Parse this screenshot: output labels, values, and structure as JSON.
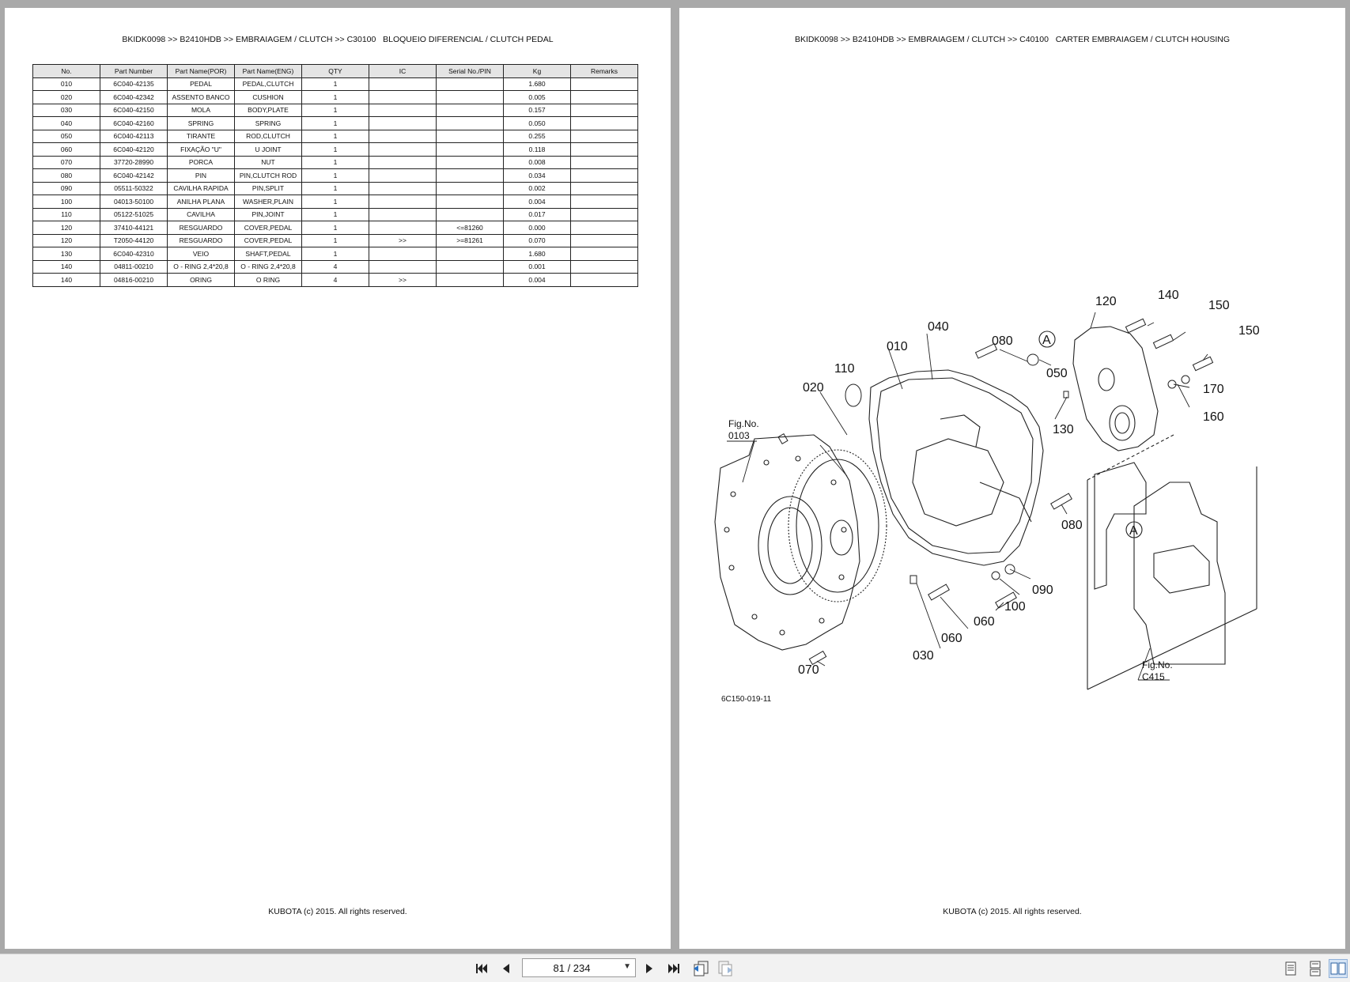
{
  "left_page": {
    "header": "BKIDK0098 >> B2410HDB >> EMBRAIAGEM / CLUTCH >> C30100   BLOQUEIO DIFERENCIAL / CLUTCH PEDAL",
    "footer": "KUBOTA (c) 2015. All rights reserved.",
    "table": {
      "columns": [
        "No.",
        "Part Number",
        "Part Name(POR)",
        "Part Name(ENG)",
        "QTY",
        "IC",
        "Serial No./PIN",
        "Kg",
        "Remarks"
      ],
      "rows": [
        [
          "010",
          "6C040-42135",
          "PEDAL",
          "PEDAL,CLUTCH",
          "1",
          "",
          "",
          "1.680",
          ""
        ],
        [
          "020",
          "6C040-42342",
          "ASSENTO BANCO",
          "CUSHION",
          "1",
          "",
          "",
          "0.005",
          ""
        ],
        [
          "030",
          "6C040-42150",
          "MOLA",
          "BODY,PLATE",
          "1",
          "",
          "",
          "0.157",
          ""
        ],
        [
          "040",
          "6C040-42160",
          "SPRING",
          "SPRING",
          "1",
          "",
          "",
          "0.050",
          ""
        ],
        [
          "050",
          "6C040-42113",
          "TIRANTE",
          "ROD,CLUTCH",
          "1",
          "",
          "",
          "0.255",
          ""
        ],
        [
          "060",
          "6C040-42120",
          "FIXAÇÃO \"U\"",
          "U JOINT",
          "1",
          "",
          "",
          "0.118",
          ""
        ],
        [
          "070",
          "37720-28990",
          "PORCA",
          "NUT",
          "1",
          "",
          "",
          "0.008",
          ""
        ],
        [
          "080",
          "6C040-42142",
          "PIN",
          "PIN,CLUTCH ROD",
          "1",
          "",
          "",
          "0.034",
          ""
        ],
        [
          "090",
          "05511-50322",
          "CAVILHA RAPIDA",
          "PIN,SPLIT",
          "1",
          "",
          "",
          "0.002",
          ""
        ],
        [
          "100",
          "04013-50100",
          "ANILHA PLANA",
          "WASHER,PLAIN",
          "1",
          "",
          "",
          "0.004",
          ""
        ],
        [
          "110",
          "05122-51025",
          "CAVILHA",
          "PIN,JOINT",
          "1",
          "",
          "",
          "0.017",
          ""
        ],
        [
          "120",
          "37410-44121",
          "RESGUARDO",
          "COVER,PEDAL",
          "1",
          "",
          "<=81260",
          "0.000",
          ""
        ],
        [
          "120",
          "T2050-44120",
          "RESGUARDO",
          "COVER,PEDAL",
          "1",
          ">>",
          ">=81261",
          "0.070",
          ""
        ],
        [
          "130",
          "6C040-42310",
          "VEIO",
          "SHAFT,PEDAL",
          "1",
          "",
          "",
          "1.680",
          ""
        ],
        [
          "140",
          "04811-00210",
          "O - RING 2,4*20,8",
          "O - RING 2,4*20,8",
          "4",
          "",
          "",
          "0.001",
          ""
        ],
        [
          "140",
          "04816-00210",
          "ORING",
          "O RING",
          "4",
          ">>",
          "",
          "0.004",
          ""
        ]
      ]
    }
  },
  "right_page": {
    "header": "BKIDK0098 >> B2410HDB >> EMBRAIAGEM / CLUTCH >> C40100   CARTER EMBRAIAGEM / CLUTCH HOUSING",
    "footer": "KUBOTA (c) 2015. All rights reserved.",
    "diagram": {
      "callouts": [
        "120",
        "140",
        "150",
        "150",
        "040",
        "080",
        "010",
        "050",
        "110",
        "020",
        "170",
        "160",
        "130",
        "080",
        "090",
        "100",
        "060",
        "060",
        "030",
        "070"
      ],
      "ref_marker": "A",
      "fig_refs": [
        {
          "line1": "Fig.No.",
          "line2": "0103"
        },
        {
          "line1": "Fig.No.",
          "line2": "C415"
        }
      ],
      "drawing_code": "6C150-019-11"
    }
  },
  "toolbar": {
    "page_indicator": "81 / 234",
    "buttons": [
      "first-page-icon",
      "previous-page-icon",
      "next-page-icon",
      "last-page-icon",
      "previous-view-icon",
      "next-view-icon",
      "single-page-view-icon",
      "continuous-view-icon",
      "facing-pages-view-icon"
    ]
  }
}
